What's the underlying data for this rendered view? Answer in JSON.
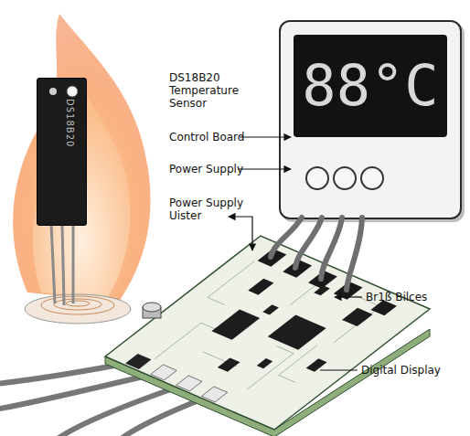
{
  "diagram": {
    "nodes": [
      {
        "text": [
          "DS18B20"
        ]
      },
      {
        "text": [
          "88°C"
        ]
      }
    ],
    "labels": [
      "DS18B20 Temperature Sensor",
      "Control Board",
      "Power Supply",
      "Power Supply Uister",
      "Br1ß Bilces",
      "Digital Display"
    ]
  }
}
